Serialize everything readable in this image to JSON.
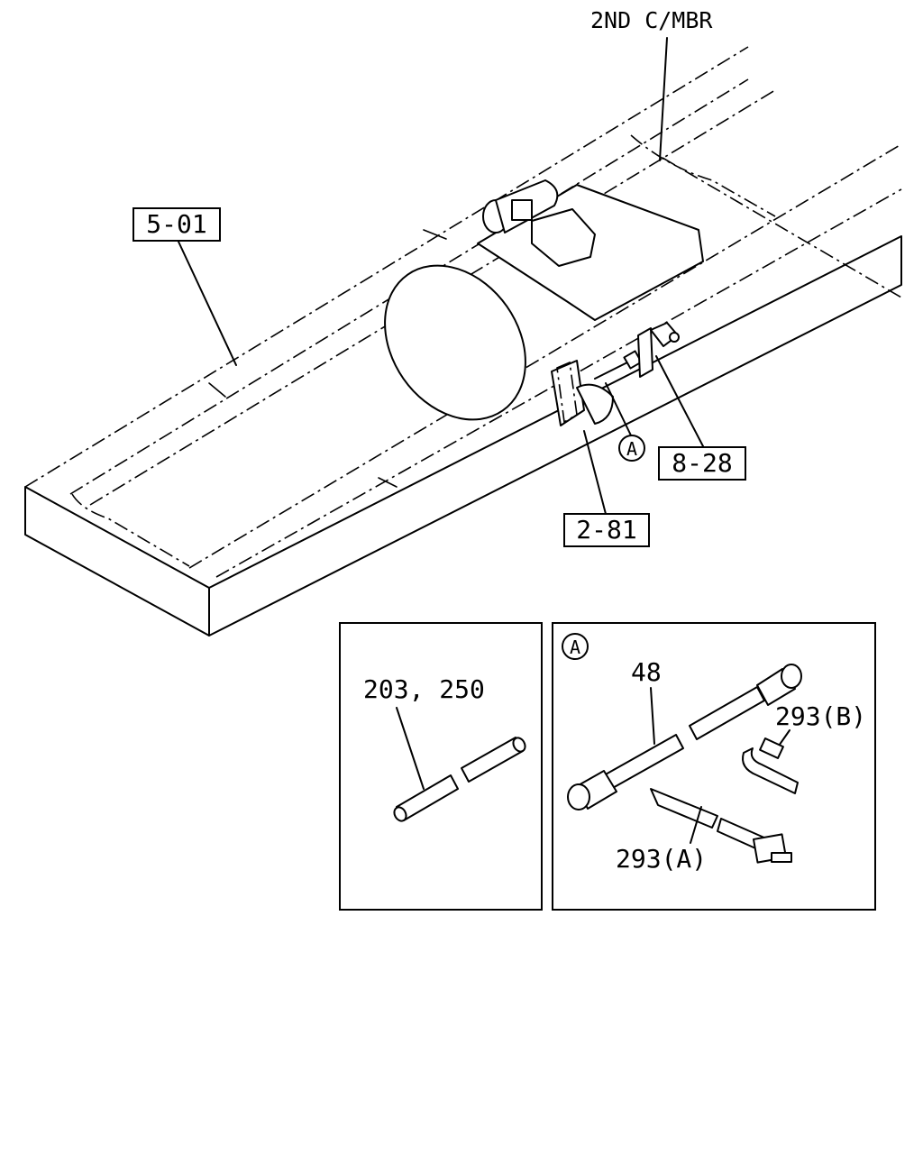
{
  "callouts": {
    "top_label": "2ND C/MBR",
    "ref_5_01": "5-01",
    "ref_8_28": "8-28",
    "ref_2_81": "2-81",
    "detail_marker": "A"
  },
  "panel_left": {
    "part_numbers": "203, 250"
  },
  "panel_right": {
    "marker": "A",
    "part_48": "48",
    "part_293b": "293(B)",
    "part_293a": "293(A)"
  }
}
